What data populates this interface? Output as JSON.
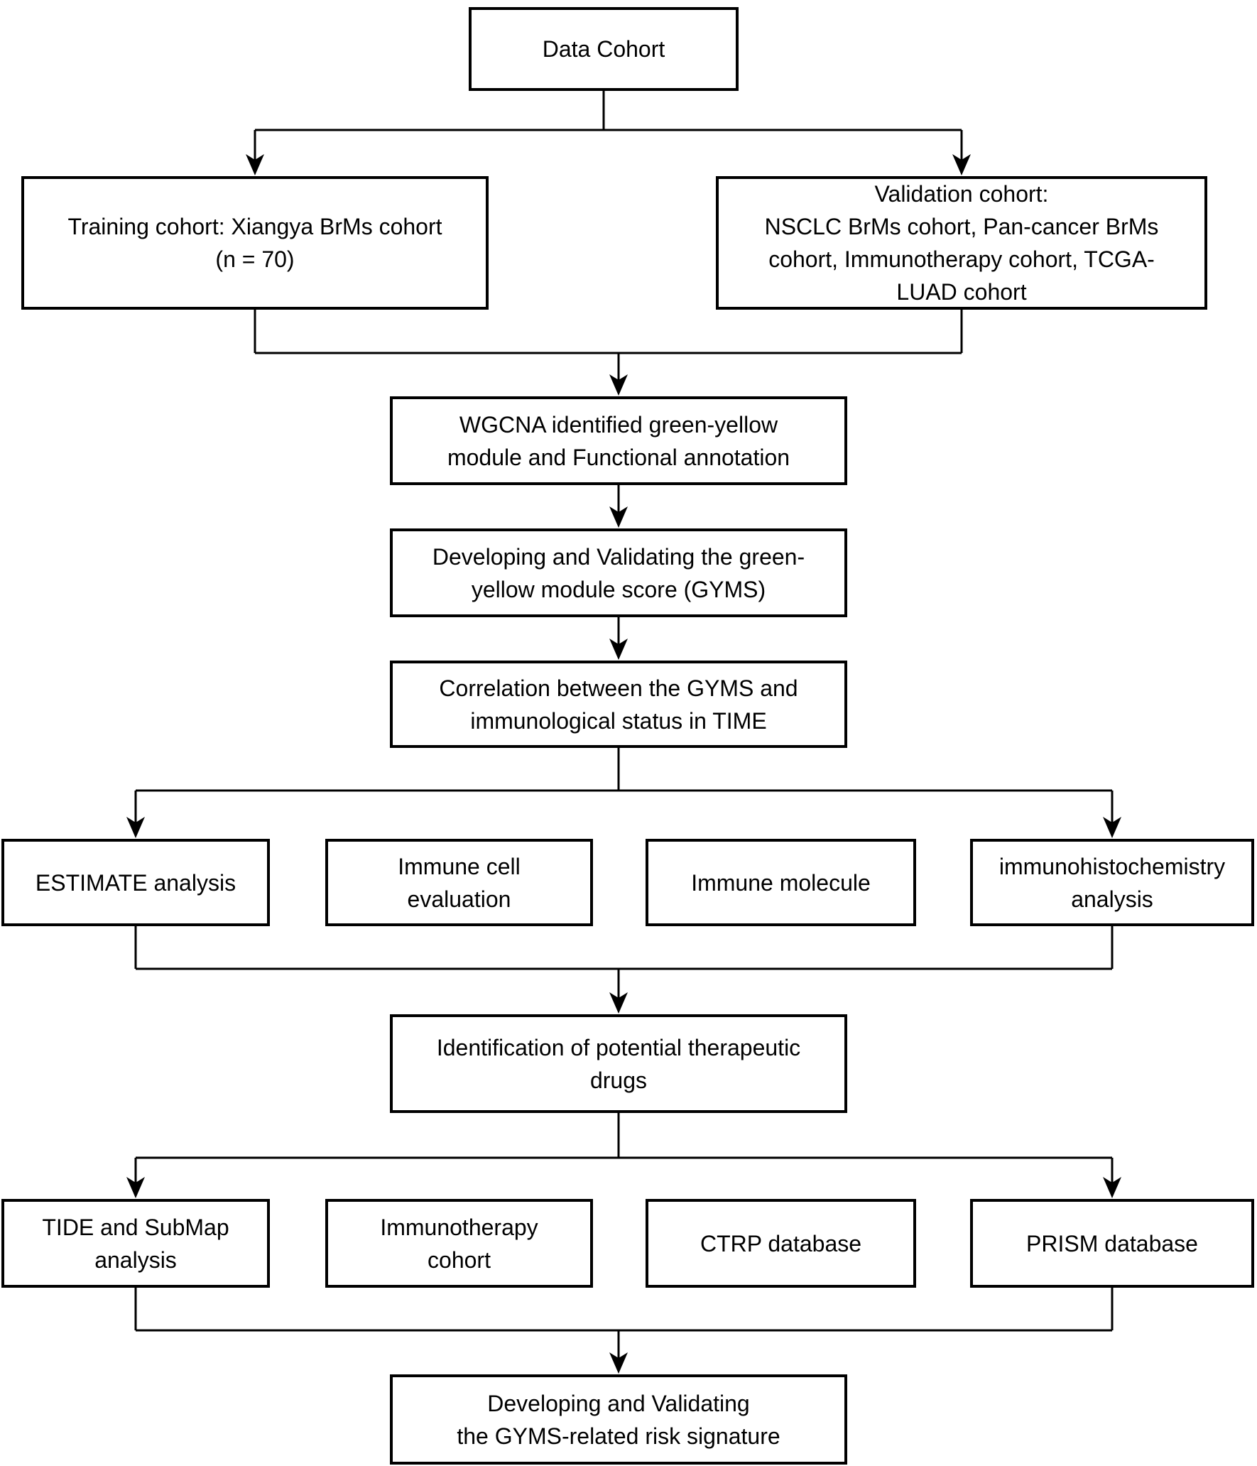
{
  "colors": {
    "background": "#ffffff",
    "box_border": "#000000",
    "box_fill": "#ffffff",
    "connector": "#000000",
    "text": "#000000"
  },
  "nodes": {
    "data_cohort": {
      "lines": [
        "Data Cohort"
      ]
    },
    "training": {
      "lines": [
        "Training cohort: Xiangya BrMs cohort",
        "(n = 70)"
      ]
    },
    "validation": {
      "lines": [
        "Validation cohort:",
        "NSCLC BrMs cohort, Pan-cancer BrMs",
        "cohort, Immunotherapy cohort, TCGA-",
        "LUAD cohort"
      ]
    },
    "wgcna": {
      "lines": [
        "WGCNA identified green-yellow",
        "module and Functional annotation"
      ]
    },
    "gyms": {
      "lines": [
        "Developing and Validating the green-",
        "yellow module score (GYMS)"
      ]
    },
    "correlation": {
      "lines": [
        "Correlation between the GYMS and",
        "immunological status in TIME"
      ]
    },
    "estimate": {
      "lines": [
        "ESTIMATE analysis"
      ]
    },
    "immune_cell": {
      "lines": [
        "Immune cell",
        "evaluation"
      ]
    },
    "immune_molecule": {
      "lines": [
        "Immune molecule"
      ]
    },
    "ihc": {
      "lines": [
        "immunohistochemistry",
        "analysis"
      ]
    },
    "identification": {
      "lines": [
        "Identification of potential therapeutic",
        "drugs"
      ]
    },
    "tide": {
      "lines": [
        "TIDE and SubMap",
        "analysis"
      ]
    },
    "immunotherapy": {
      "lines": [
        "Immunotherapy",
        "cohort"
      ]
    },
    "ctrp": {
      "lines": [
        "CTRP database"
      ]
    },
    "prism": {
      "lines": [
        "PRISM database"
      ]
    },
    "risk_signature": {
      "lines": [
        "Developing and Validating",
        "the GYMS-related risk signature"
      ]
    }
  }
}
